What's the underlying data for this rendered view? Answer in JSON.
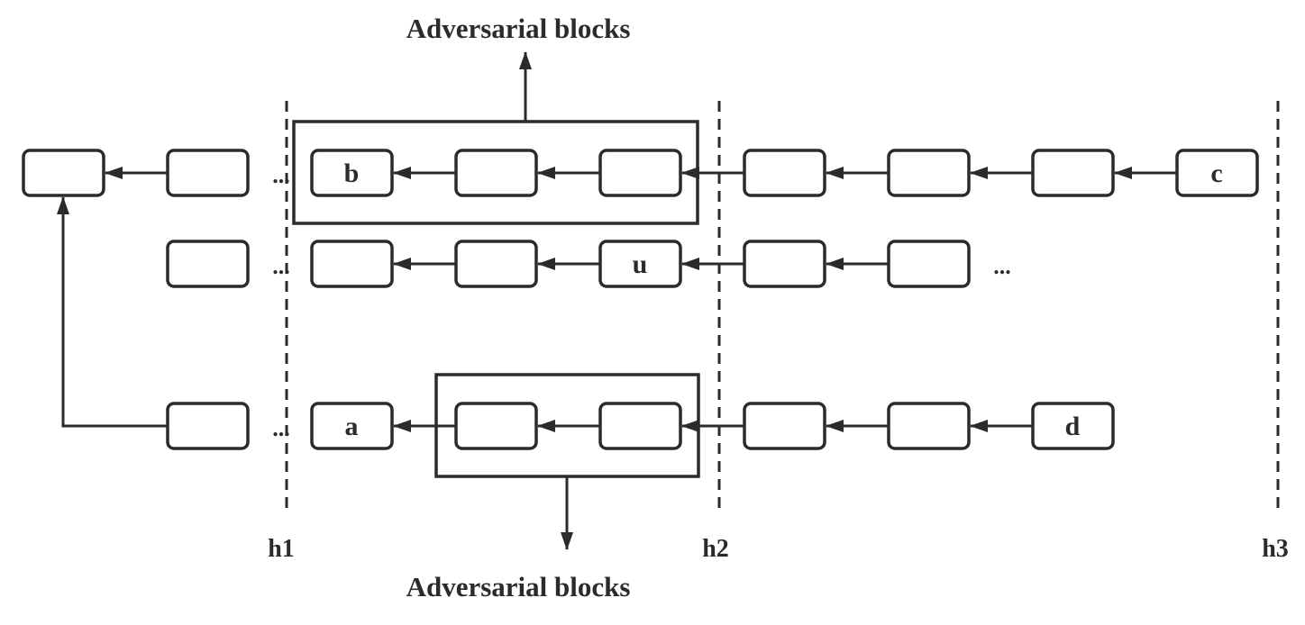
{
  "block_labels": {
    "a": "a",
    "b": "b",
    "c": "c",
    "d": "d",
    "u": "u"
  },
  "height_markers": [
    "h1",
    "h2",
    "h3"
  ],
  "ellipsis": "...",
  "annotations": {
    "top": "Adversarial blocks",
    "bottom": "Adversarial blocks"
  },
  "colors": {
    "stroke": "#2b2b2b",
    "background": "#ffffff"
  }
}
